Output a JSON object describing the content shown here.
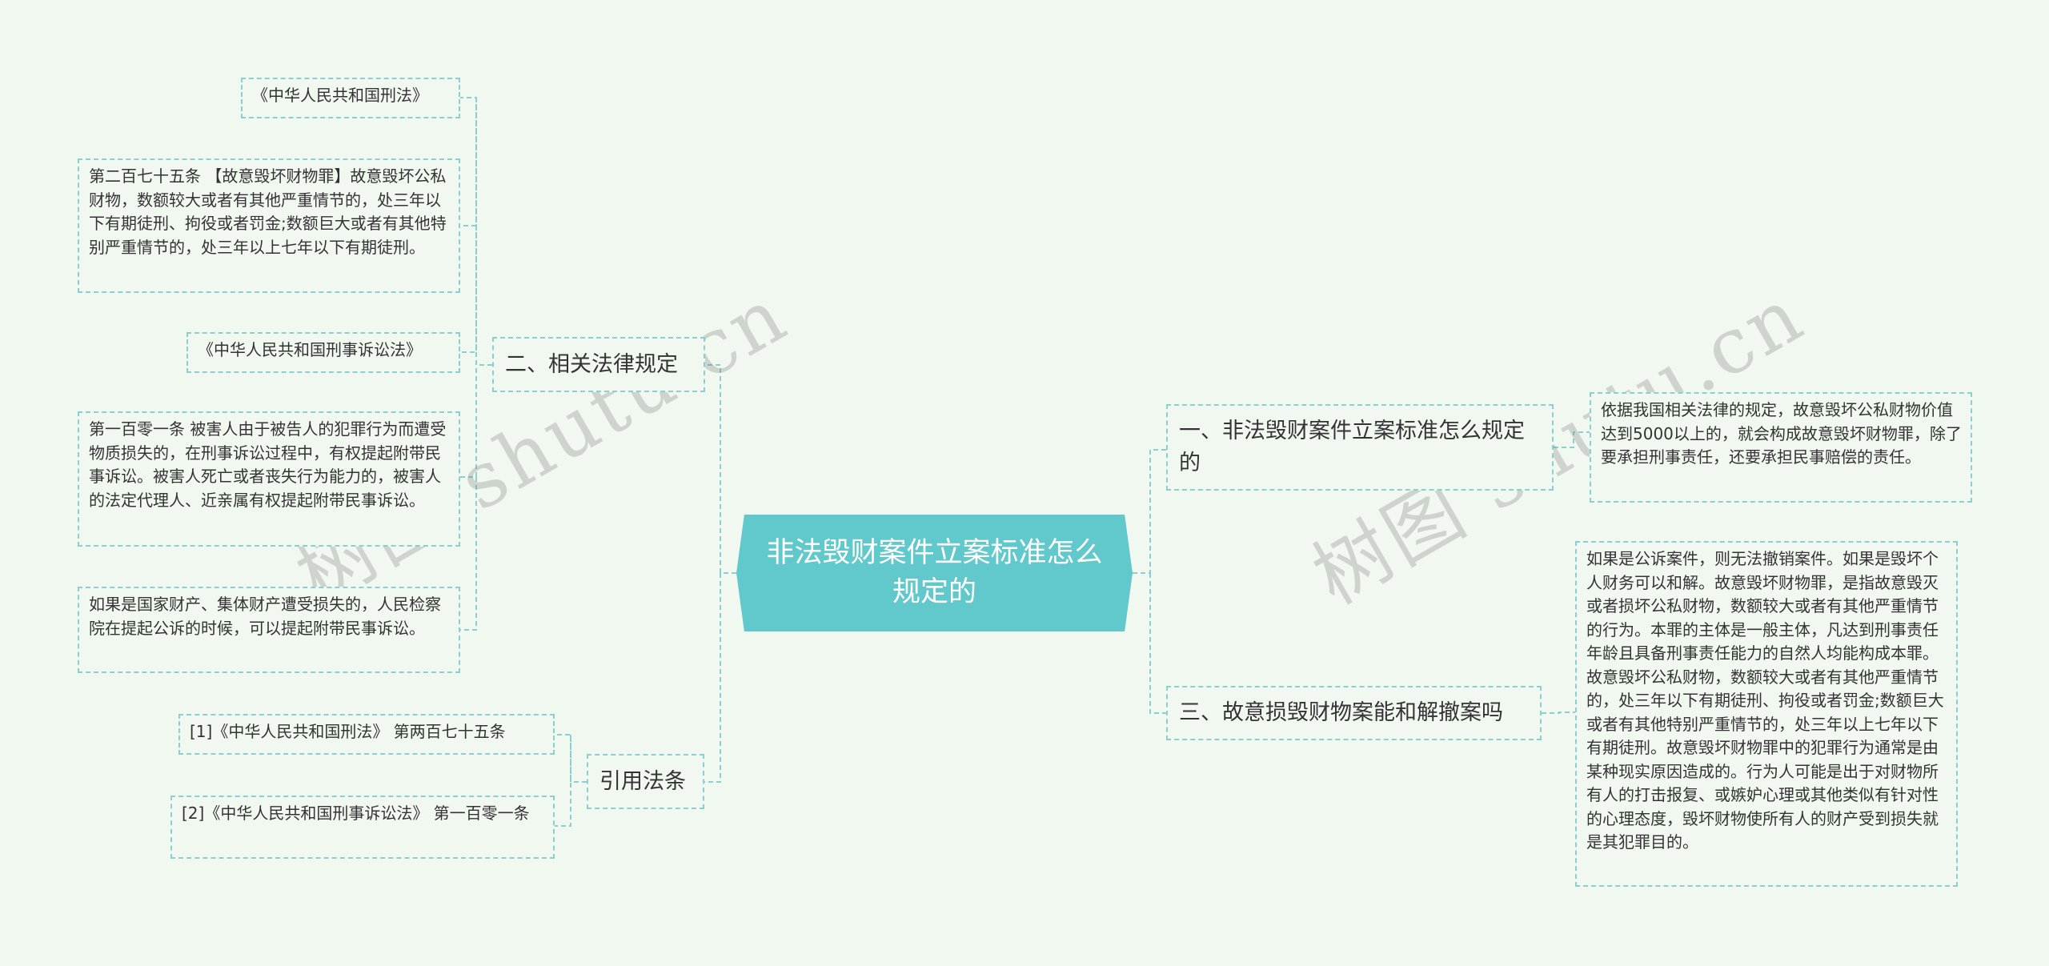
{
  "root": {
    "title": "非法毁财案件立案标准怎么规定的"
  },
  "branches": {
    "b1": {
      "label": "一、非法毁财案件立案标准怎么规定的"
    },
    "b2": {
      "label": "二、相关法律规定"
    },
    "b3": {
      "label": "三、故意损毁财物案能和解撤案吗"
    },
    "b4": {
      "label": "引用法条"
    }
  },
  "leaves": {
    "b1_l1": "依据我国相关法律的规定，故意毁坏公私财物价值达到5000以上的，就会构成故意毁坏财物罪，除了要承担刑事责任，还要承担民事赔偿的责任。",
    "b2_l1": "《中华人民共和国刑法》",
    "b2_l2": "第二百七十五条 【故意毁坏财物罪】故意毁坏公私财物，数额较大或者有其他严重情节的，处三年以下有期徒刑、拘役或者罚金;数额巨大或者有其他特别严重情节的，处三年以上七年以下有期徒刑。",
    "b2_l3": "《中华人民共和国刑事诉讼法》",
    "b2_l4": "第一百零一条 被害人由于被告人的犯罪行为而遭受物质损失的，在刑事诉讼过程中，有权提起附带民事诉讼。被害人死亡或者丧失行为能力的，被害人的法定代理人、近亲属有权提起附带民事诉讼。",
    "b2_l5": "如果是国家财产、集体财产遭受损失的，人民检察院在提起公诉的时候，可以提起附带民事诉讼。",
    "b3_l1": "如果是公诉案件，则无法撤销案件。如果是毁坏个人财务可以和解。故意毁坏财物罪，是指故意毁灭或者损坏公私财物，数额较大或者有其他严重情节的行为。本罪的主体是一般主体，凡达到刑事责任年龄且具备刑事责任能力的自然人均能构成本罪。故意毁坏公私财物，数额较大或者有其他严重情节的，处三年以下有期徒刑、拘役或者罚金;数额巨大或者有其他特别严重情节的，处三年以上七年以下有期徒刑。故意毁坏财物罪中的犯罪行为通常是由某种现实原因造成的。行为人可能是出于对财物所有人的打击报复、或嫉妒心理或其他类似有针对性的心理态度，毁坏财物使所有人的财产受到损失就是其犯罪目的。",
    "b4_l1": "[1]《中华人民共和国刑法》 第两百七十五条",
    "b4_l2": "[2]《中华人民共和国刑事诉讼法》 第一百零一条"
  },
  "watermarks": [
    "树图 shutu.cn",
    "树图 shutu.cn"
  ],
  "colors": {
    "root_fill": "#61c8cb",
    "border": "#8ccfd1",
    "background": "#f0f8ef",
    "line": "#8ccfd1"
  }
}
